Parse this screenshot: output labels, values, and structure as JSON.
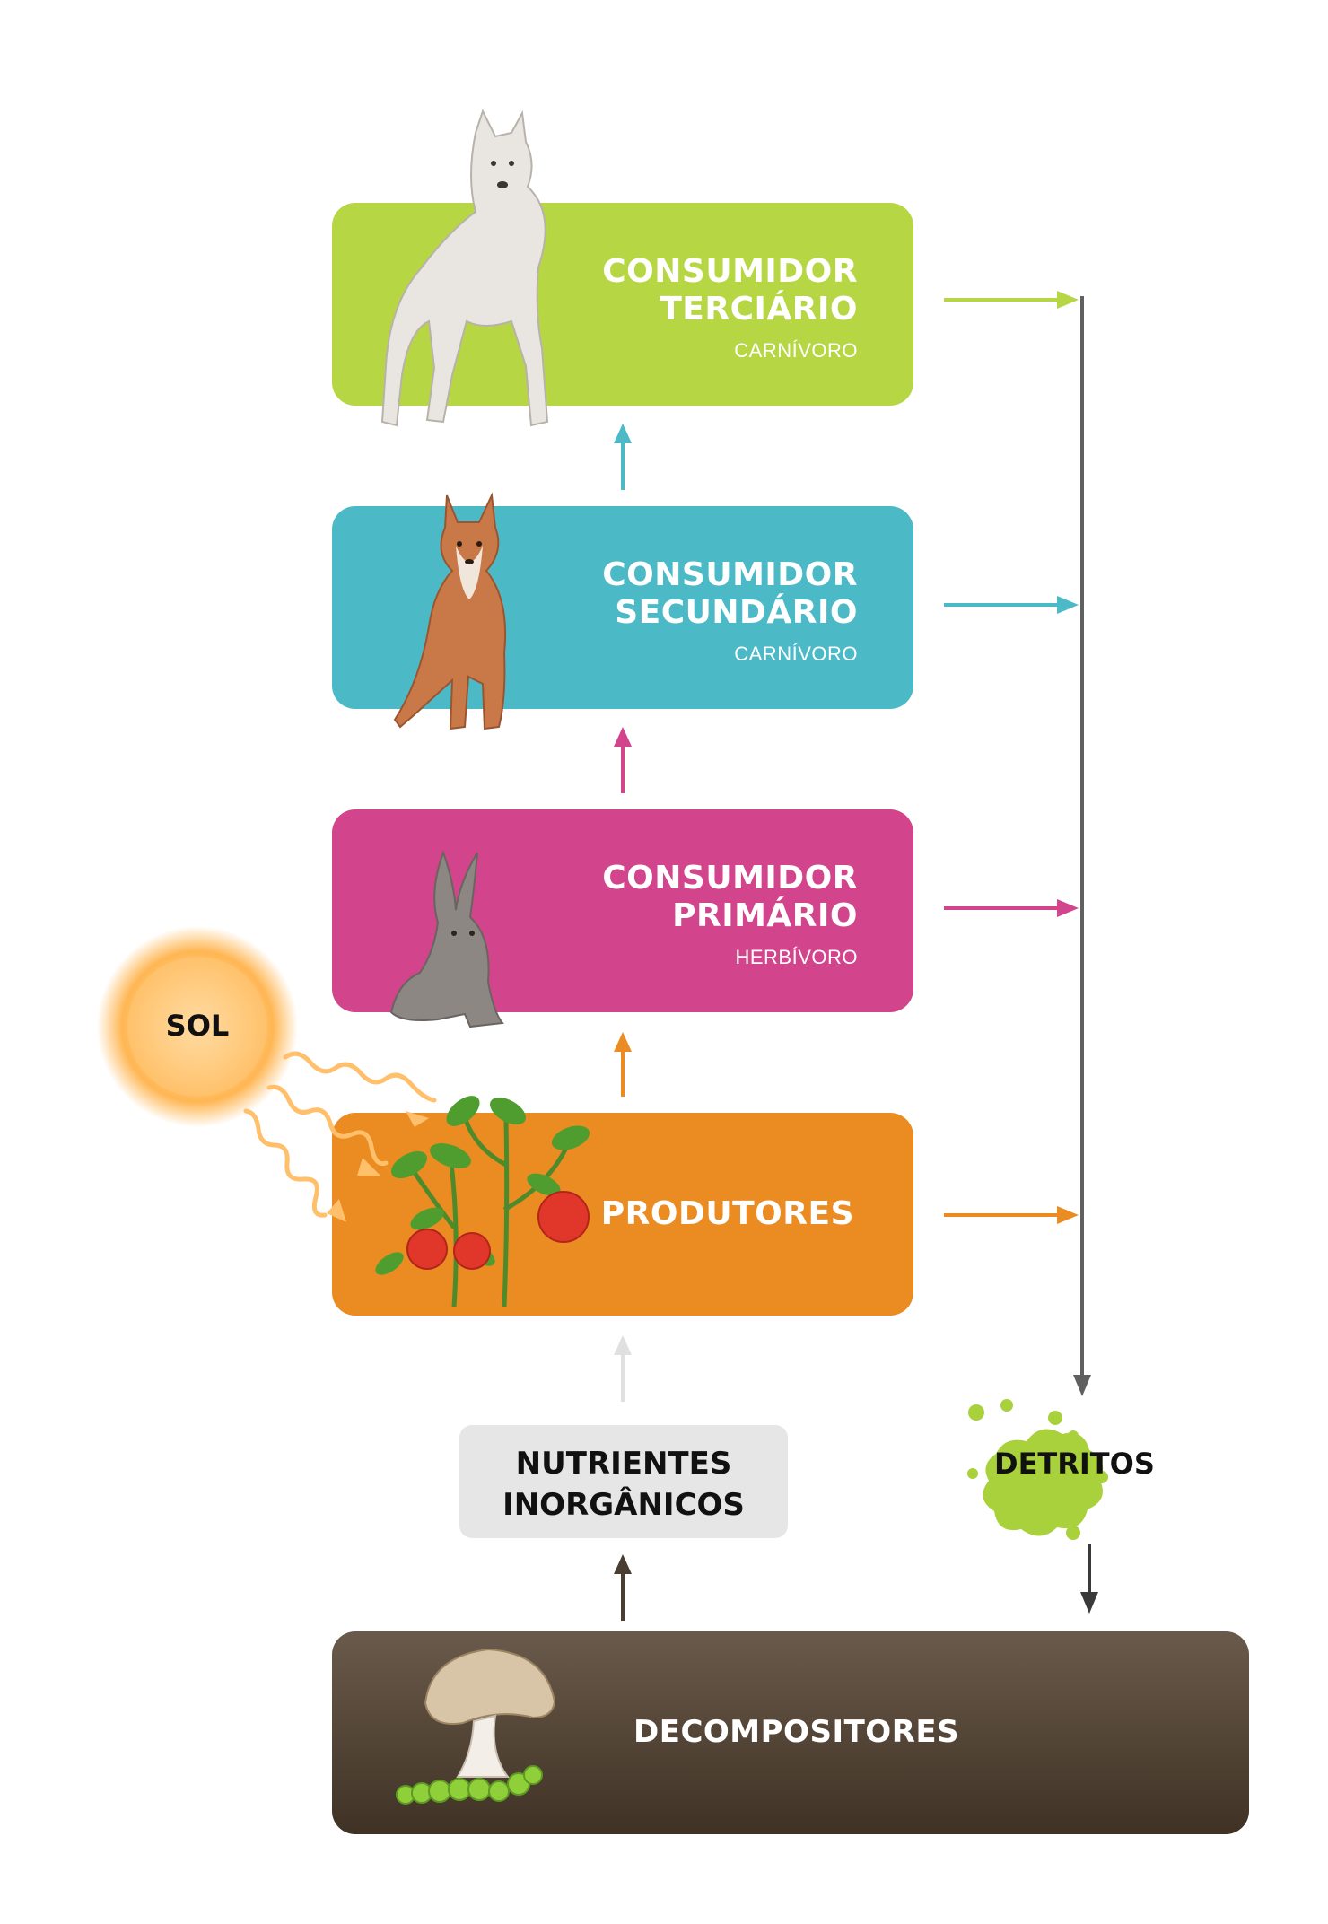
{
  "colors": {
    "tertiary": "#b7d644",
    "secondary": "#4bbac6",
    "primary": "#d2448c",
    "producers": "#ea8c21",
    "decomposers_top": "#6a5a4b",
    "decomposers_bottom": "#3f3224",
    "nutrients_bg": "#e6e6e6",
    "detritus_splat": "#a9d13b",
    "trunk_arrow": "#606060",
    "sun_core": "#ffd08a",
    "sun_glow": "#ffc070"
  },
  "levels": {
    "tertiary": {
      "title_line1": "CONSUMIDOR",
      "title_line2": "TERCIÁRIO",
      "subtitle": "CARNÍVORO",
      "animal_icon": "wolf-icon"
    },
    "secondary": {
      "title_line1": "CONSUMIDOR",
      "title_line2": "SECUNDÁRIO",
      "subtitle": "CARNÍVORO",
      "animal_icon": "fox-icon"
    },
    "primary": {
      "title_line1": "CONSUMIDOR",
      "title_line2": "PRIMÁRIO",
      "subtitle": "HERBÍVORO",
      "animal_icon": "rabbit-icon"
    },
    "producers": {
      "title": "PRODUTORES",
      "plant_icon": "tomato-plant-icon"
    }
  },
  "sun": {
    "label": "SOL",
    "icon": "sun-icon"
  },
  "nutrients": {
    "line1": "NUTRIENTES",
    "line2": "INORGÂNICOS"
  },
  "detritus": {
    "label": "DETRITOS",
    "icon": "splat-icon"
  },
  "decomposers": {
    "title": "DECOMPOSITORES",
    "icons": [
      "mushroom-icon",
      "caterpillar-icon"
    ]
  }
}
